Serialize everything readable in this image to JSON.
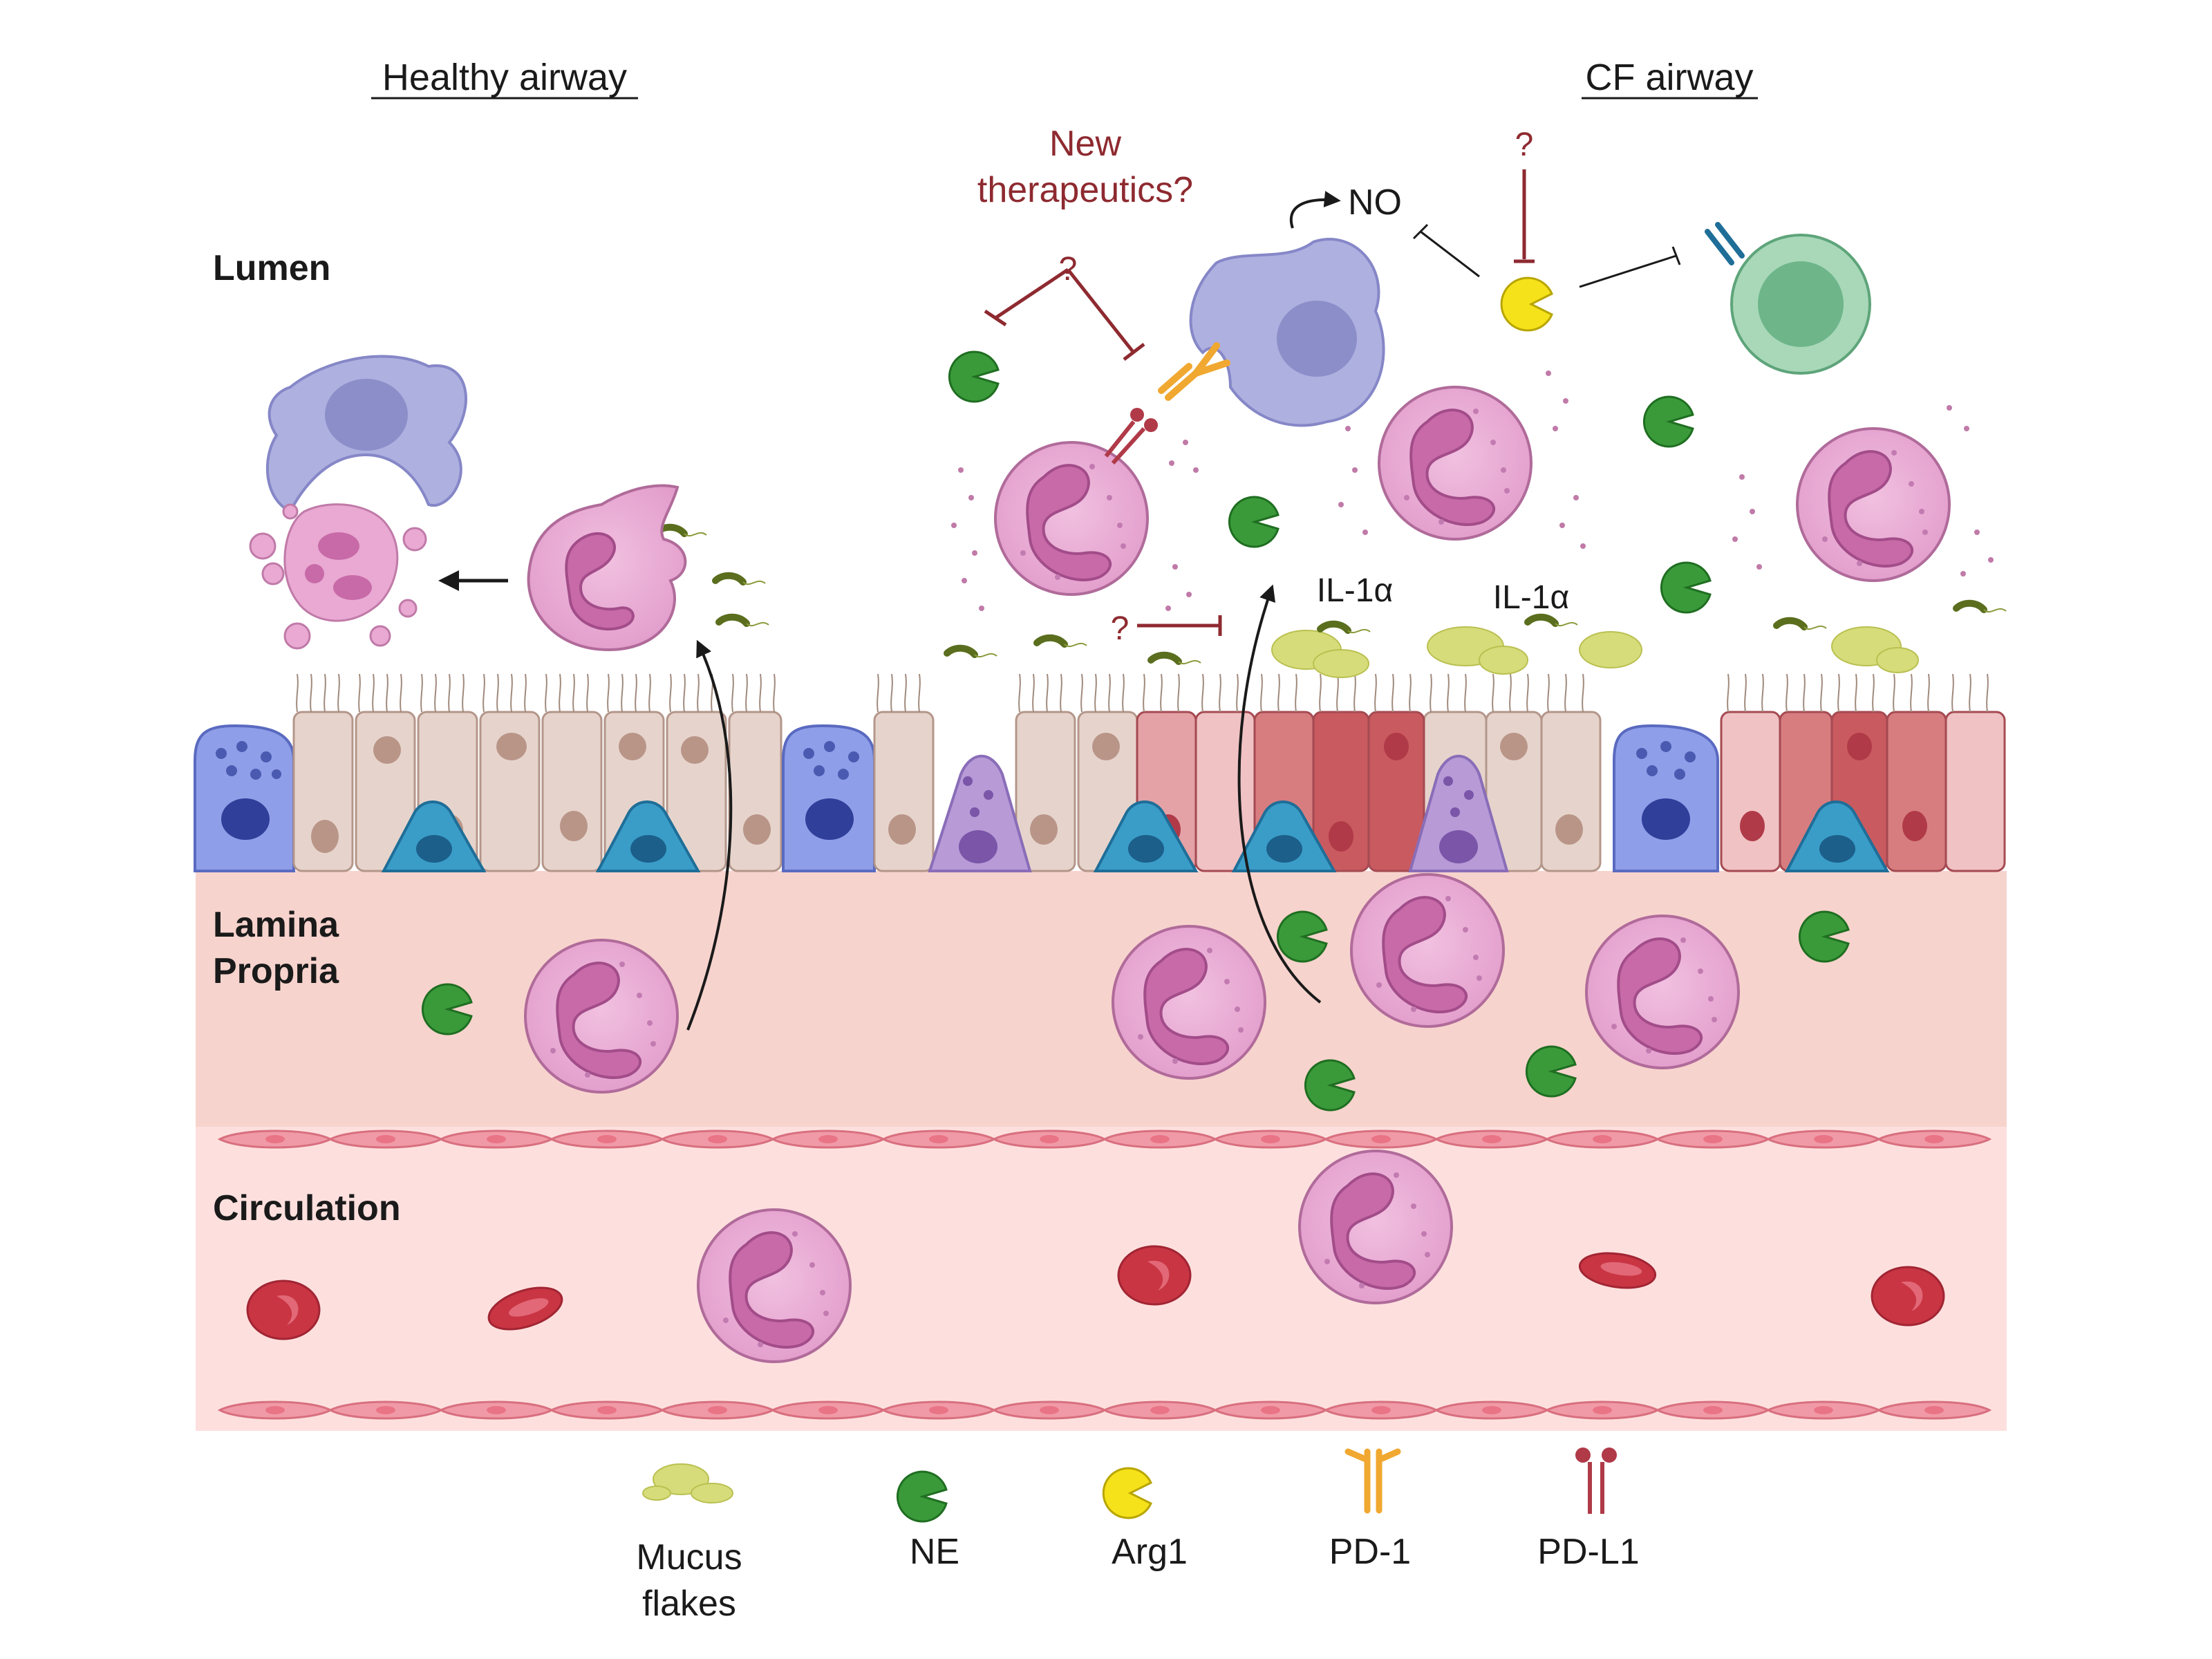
{
  "headings": {
    "healthy": "Healthy airway",
    "cf": "CF airway"
  },
  "regions": {
    "lumen": "Lumen",
    "lamina_1": "Lamina",
    "lamina_2": "Propria",
    "circulation": "Circulation"
  },
  "annotations": {
    "new_therapeutics_1": "New",
    "new_therapeutics_2": "therapeutics?",
    "question_left": "?",
    "question_top": "?",
    "question_mid": "?",
    "no_label": "NO",
    "il1a_1": "IL-1α",
    "il1a_2": "IL-1α"
  },
  "legend": {
    "mucus_1": "Mucus",
    "mucus_2": "flakes",
    "ne": "NE",
    "arg1": "Arg1",
    "pd1": "PD-1",
    "pdl1": "PD-L1"
  },
  "colors": {
    "ne_green": "#3a9a3a",
    "arg1_yellow": "#f5e21a",
    "pd1_orange": "#f0a830",
    "pdl1_red": "#b03a48",
    "inhibit_red": "#8e2a30",
    "neutrophil_pink": "#e9a9d2",
    "macrophage_lilac": "#aeb0e0",
    "tcell_green": "#a8d8b8"
  }
}
